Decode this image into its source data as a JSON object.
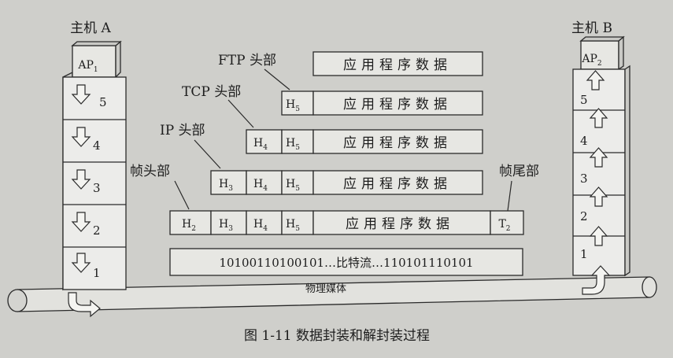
{
  "hosts": {
    "a": {
      "label": "主机 A",
      "app": "AP",
      "app_sub": "1"
    },
    "b": {
      "label": "主机 B",
      "app": "AP",
      "app_sub": "2"
    }
  },
  "layers_a": [
    "5",
    "4",
    "3",
    "2",
    "1"
  ],
  "layers_b": [
    "5",
    "4",
    "3",
    "2",
    "1"
  ],
  "header_labels": {
    "ftp": "FTP 头部",
    "tcp": "TCP 头部",
    "ip": "IP 头部",
    "frame_head": "帧头部",
    "frame_tail": "帧尾部"
  },
  "app_data": "应用程序数据",
  "headers": {
    "h5": {
      "base": "H",
      "sub": "5"
    },
    "h4": {
      "base": "H",
      "sub": "4"
    },
    "h3": {
      "base": "H",
      "sub": "3"
    },
    "h2": {
      "base": "H",
      "sub": "2"
    },
    "t2": {
      "base": "T",
      "sub": "2"
    }
  },
  "bitstream": "10100110100101…比特流…110101110101",
  "medium": "物理媒体",
  "caption": "图 1-11    数据封装和解封装过程"
}
